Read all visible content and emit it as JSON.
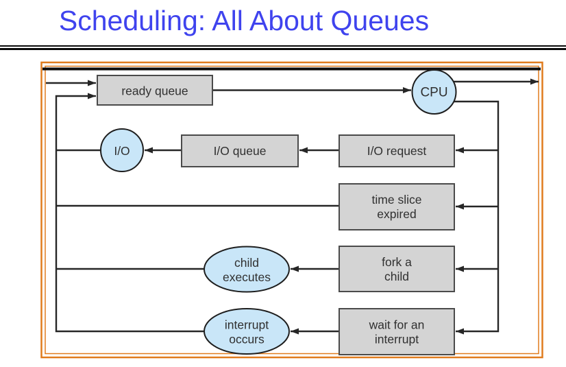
{
  "slide": {
    "title": "Scheduling: All About Queues"
  },
  "colors": {
    "title": "#3f43ee",
    "frame": "#e07c1e",
    "box_fill": "#d4d4d4",
    "box_border": "#4a4a4a",
    "blue_fill": "#c9e6f8",
    "blue_border": "#1e1e1e",
    "line": "#262626"
  },
  "diagram": {
    "nodes": {
      "ready_queue": {
        "label": "ready queue"
      },
      "cpu": {
        "label": "CPU"
      },
      "io": {
        "label": "I/O"
      },
      "io_queue": {
        "label": "I/O queue"
      },
      "io_request": {
        "label": "I/O request"
      },
      "time_slice_expired": {
        "line1": "time slice",
        "line2": "expired"
      },
      "fork_a_child": {
        "line1": "fork a",
        "line2": "child"
      },
      "child_executes": {
        "line1": "child",
        "line2": "executes"
      },
      "wait_for_an_interrupt": {
        "line1": "wait for an",
        "line2": "interrupt"
      },
      "interrupt_occurs": {
        "line1": "interrupt",
        "line2": "occurs"
      }
    }
  }
}
